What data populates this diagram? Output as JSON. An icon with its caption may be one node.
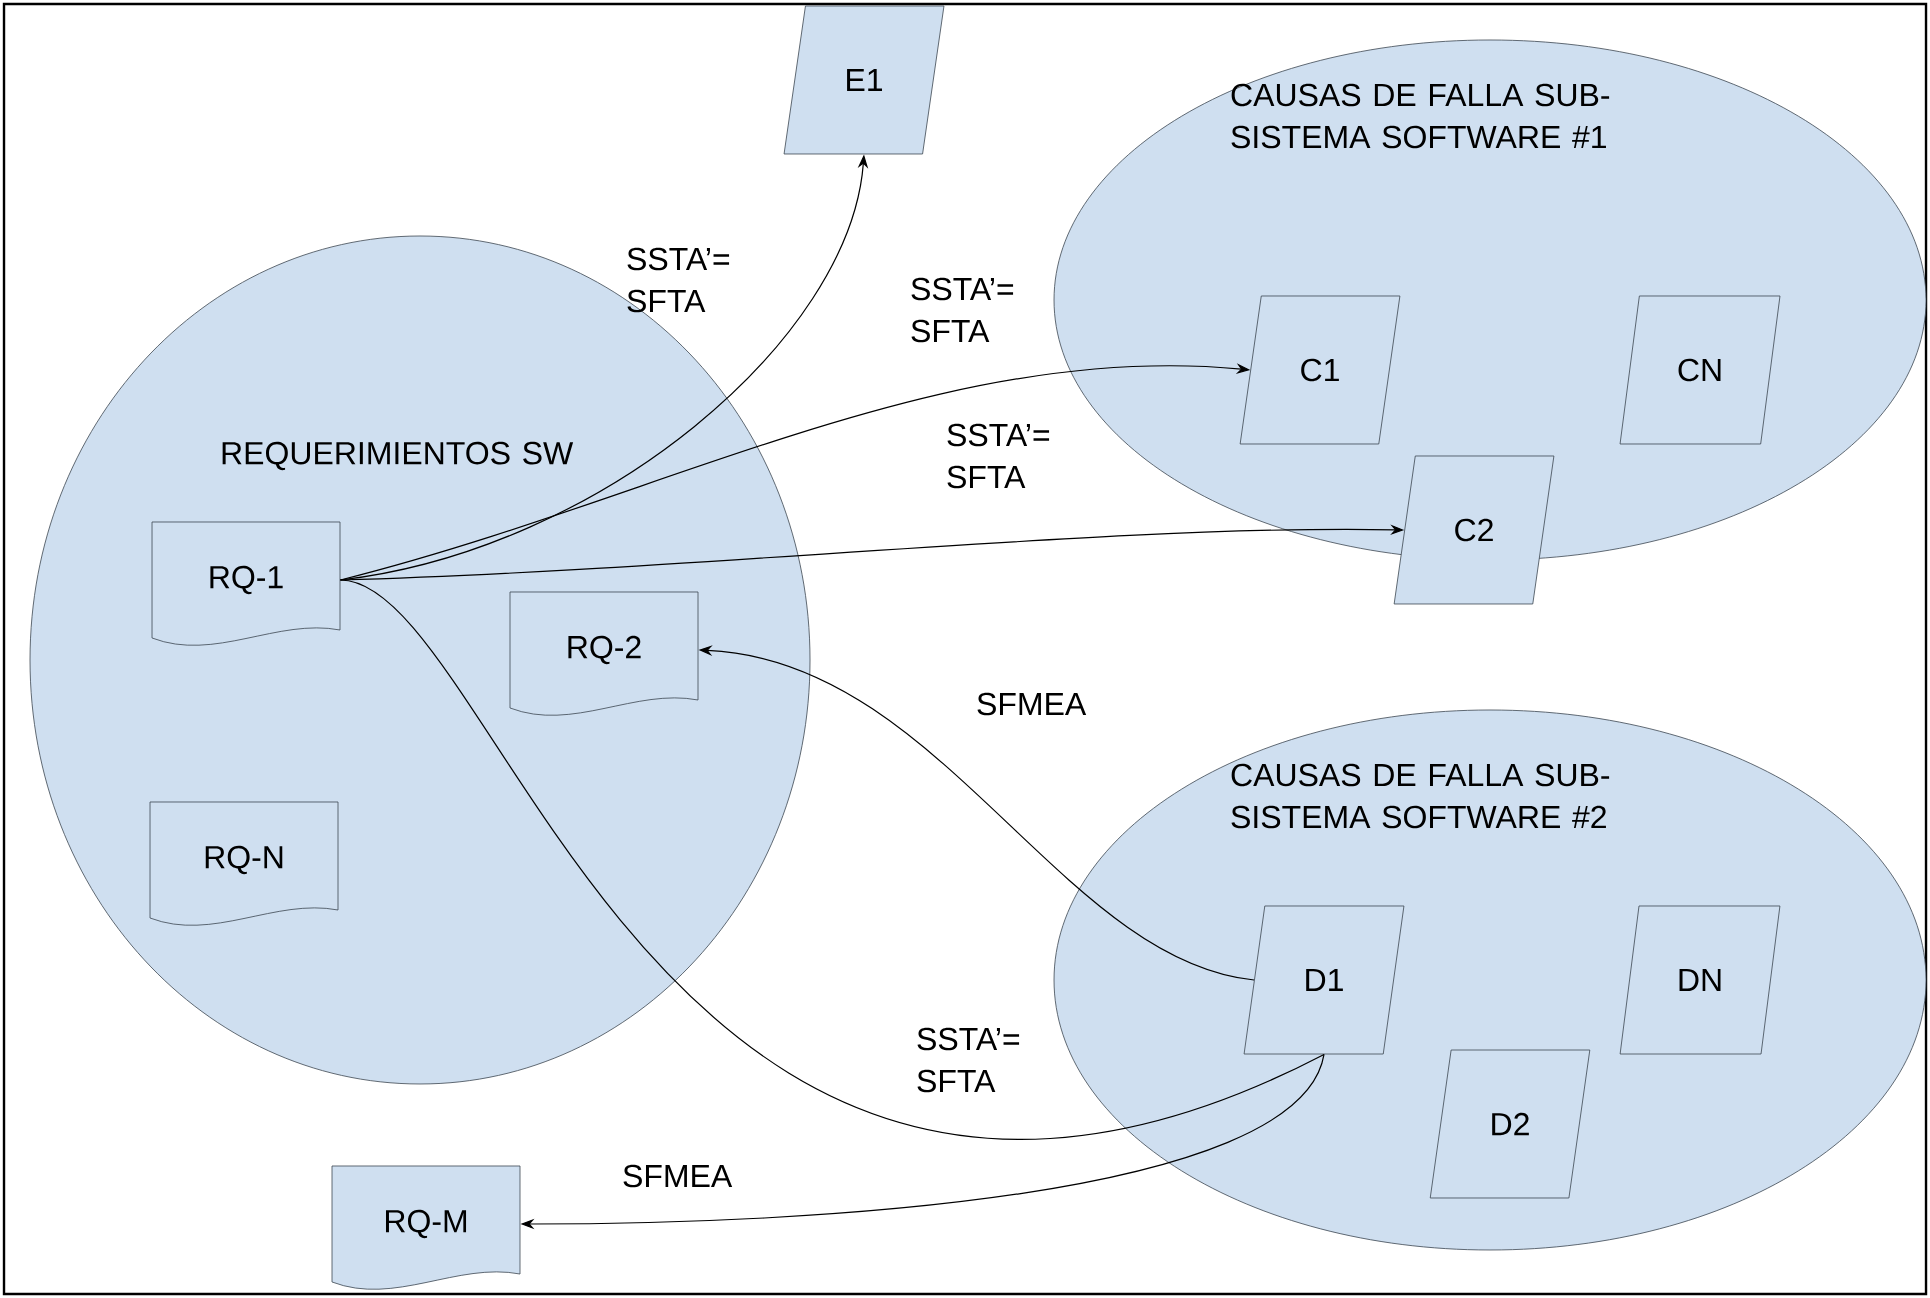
{
  "diagram": {
    "nodes": [
      {
        "text": [
          "REQUERIMIENTOS SW"
        ]
      },
      {
        "text": [
          "RQ-1"
        ],
        "in": 0
      },
      {
        "text": [
          "RQ-2"
        ],
        "in": 0
      },
      {
        "text": [
          "RQ-N"
        ],
        "in": 0
      },
      {
        "text": [
          "E1"
        ]
      },
      {
        "text": [
          "CAUSAS DE FALLA SUB-SISTEMA SOFTWARE #1"
        ]
      },
      {
        "text": [
          "C1"
        ],
        "in": 5
      },
      {
        "text": [
          "CN"
        ],
        "in": 5
      },
      {
        "text": [
          "C2"
        ]
      },
      {
        "text": [
          "CAUSAS DE FALLA SUB-SISTEMA SOFTWARE #2"
        ]
      },
      {
        "text": [
          "D1"
        ],
        "in": 9
      },
      {
        "text": [
          "DN"
        ],
        "in": 9
      },
      {
        "text": [
          "D2"
        ],
        "in": 9
      },
      {
        "text": [
          "RQ-M"
        ]
      }
    ],
    "edges": [
      {
        "from": 1,
        "to": 4,
        "arrow": "to",
        "label": "SSTA’= SFTA"
      },
      {
        "from": 1,
        "to": 6,
        "arrow": "to",
        "label": "SSTA’= SFTA"
      },
      {
        "from": 1,
        "to": 8,
        "arrow": "to",
        "label": "SSTA’= SFTA"
      },
      {
        "from": 10,
        "to": 2,
        "arrow": "to",
        "label": "SFMEA"
      },
      {
        "from": 1,
        "to": 10,
        "arrow": "none",
        "label": "SSTA’= SFTA"
      },
      {
        "from": 10,
        "to": 13,
        "arrow": "to",
        "label": "SFMEA"
      }
    ]
  }
}
